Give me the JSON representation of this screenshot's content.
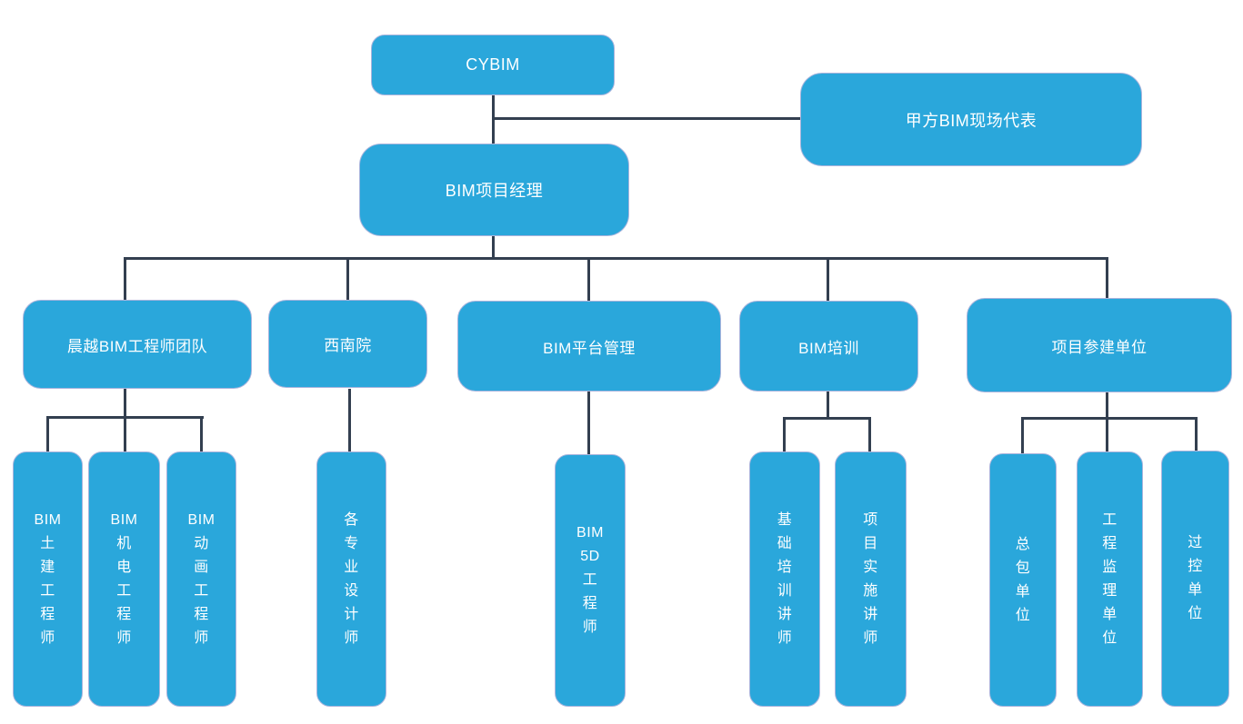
{
  "palette": {
    "background": "#FFFFFF",
    "box_fill": "#2AA7DB",
    "box_border": "#A9B4DC",
    "connector_line": "#333F50",
    "box_text": "#FFFFFF"
  },
  "org": {
    "root": {
      "label": "CYBIM"
    },
    "stakeholder": {
      "label": "甲方BIM现场代表"
    },
    "manager": {
      "label": "BIM项目经理"
    },
    "branches": [
      {
        "label": "晨越BIM工程师团队",
        "children": [
          {
            "label": "BIM\n土\n建\n工\n程\n师"
          },
          {
            "label": "BIM\n机\n电\n工\n程\n师"
          },
          {
            "label": "BIM\n动\n画\n工\n程\n师"
          }
        ]
      },
      {
        "label": "西南院",
        "children": [
          {
            "label": "各\n专\n业\n设\n计\n师"
          }
        ]
      },
      {
        "label": "BIM平台管理",
        "children": [
          {
            "label": "BIM\n5D\n工\n程\n师"
          }
        ]
      },
      {
        "label": "BIM培训",
        "children": [
          {
            "label": "基\n础\n培\n训\n讲\n师"
          },
          {
            "label": "项\n目\n实\n施\n讲\n师"
          }
        ]
      },
      {
        "label": "项目参建单位",
        "children": [
          {
            "label": "总\n包\n单\n位"
          },
          {
            "label": "工\n程\n监\n理\n单\n位"
          },
          {
            "label": "过\n控\n单\n位"
          }
        ]
      }
    ]
  }
}
